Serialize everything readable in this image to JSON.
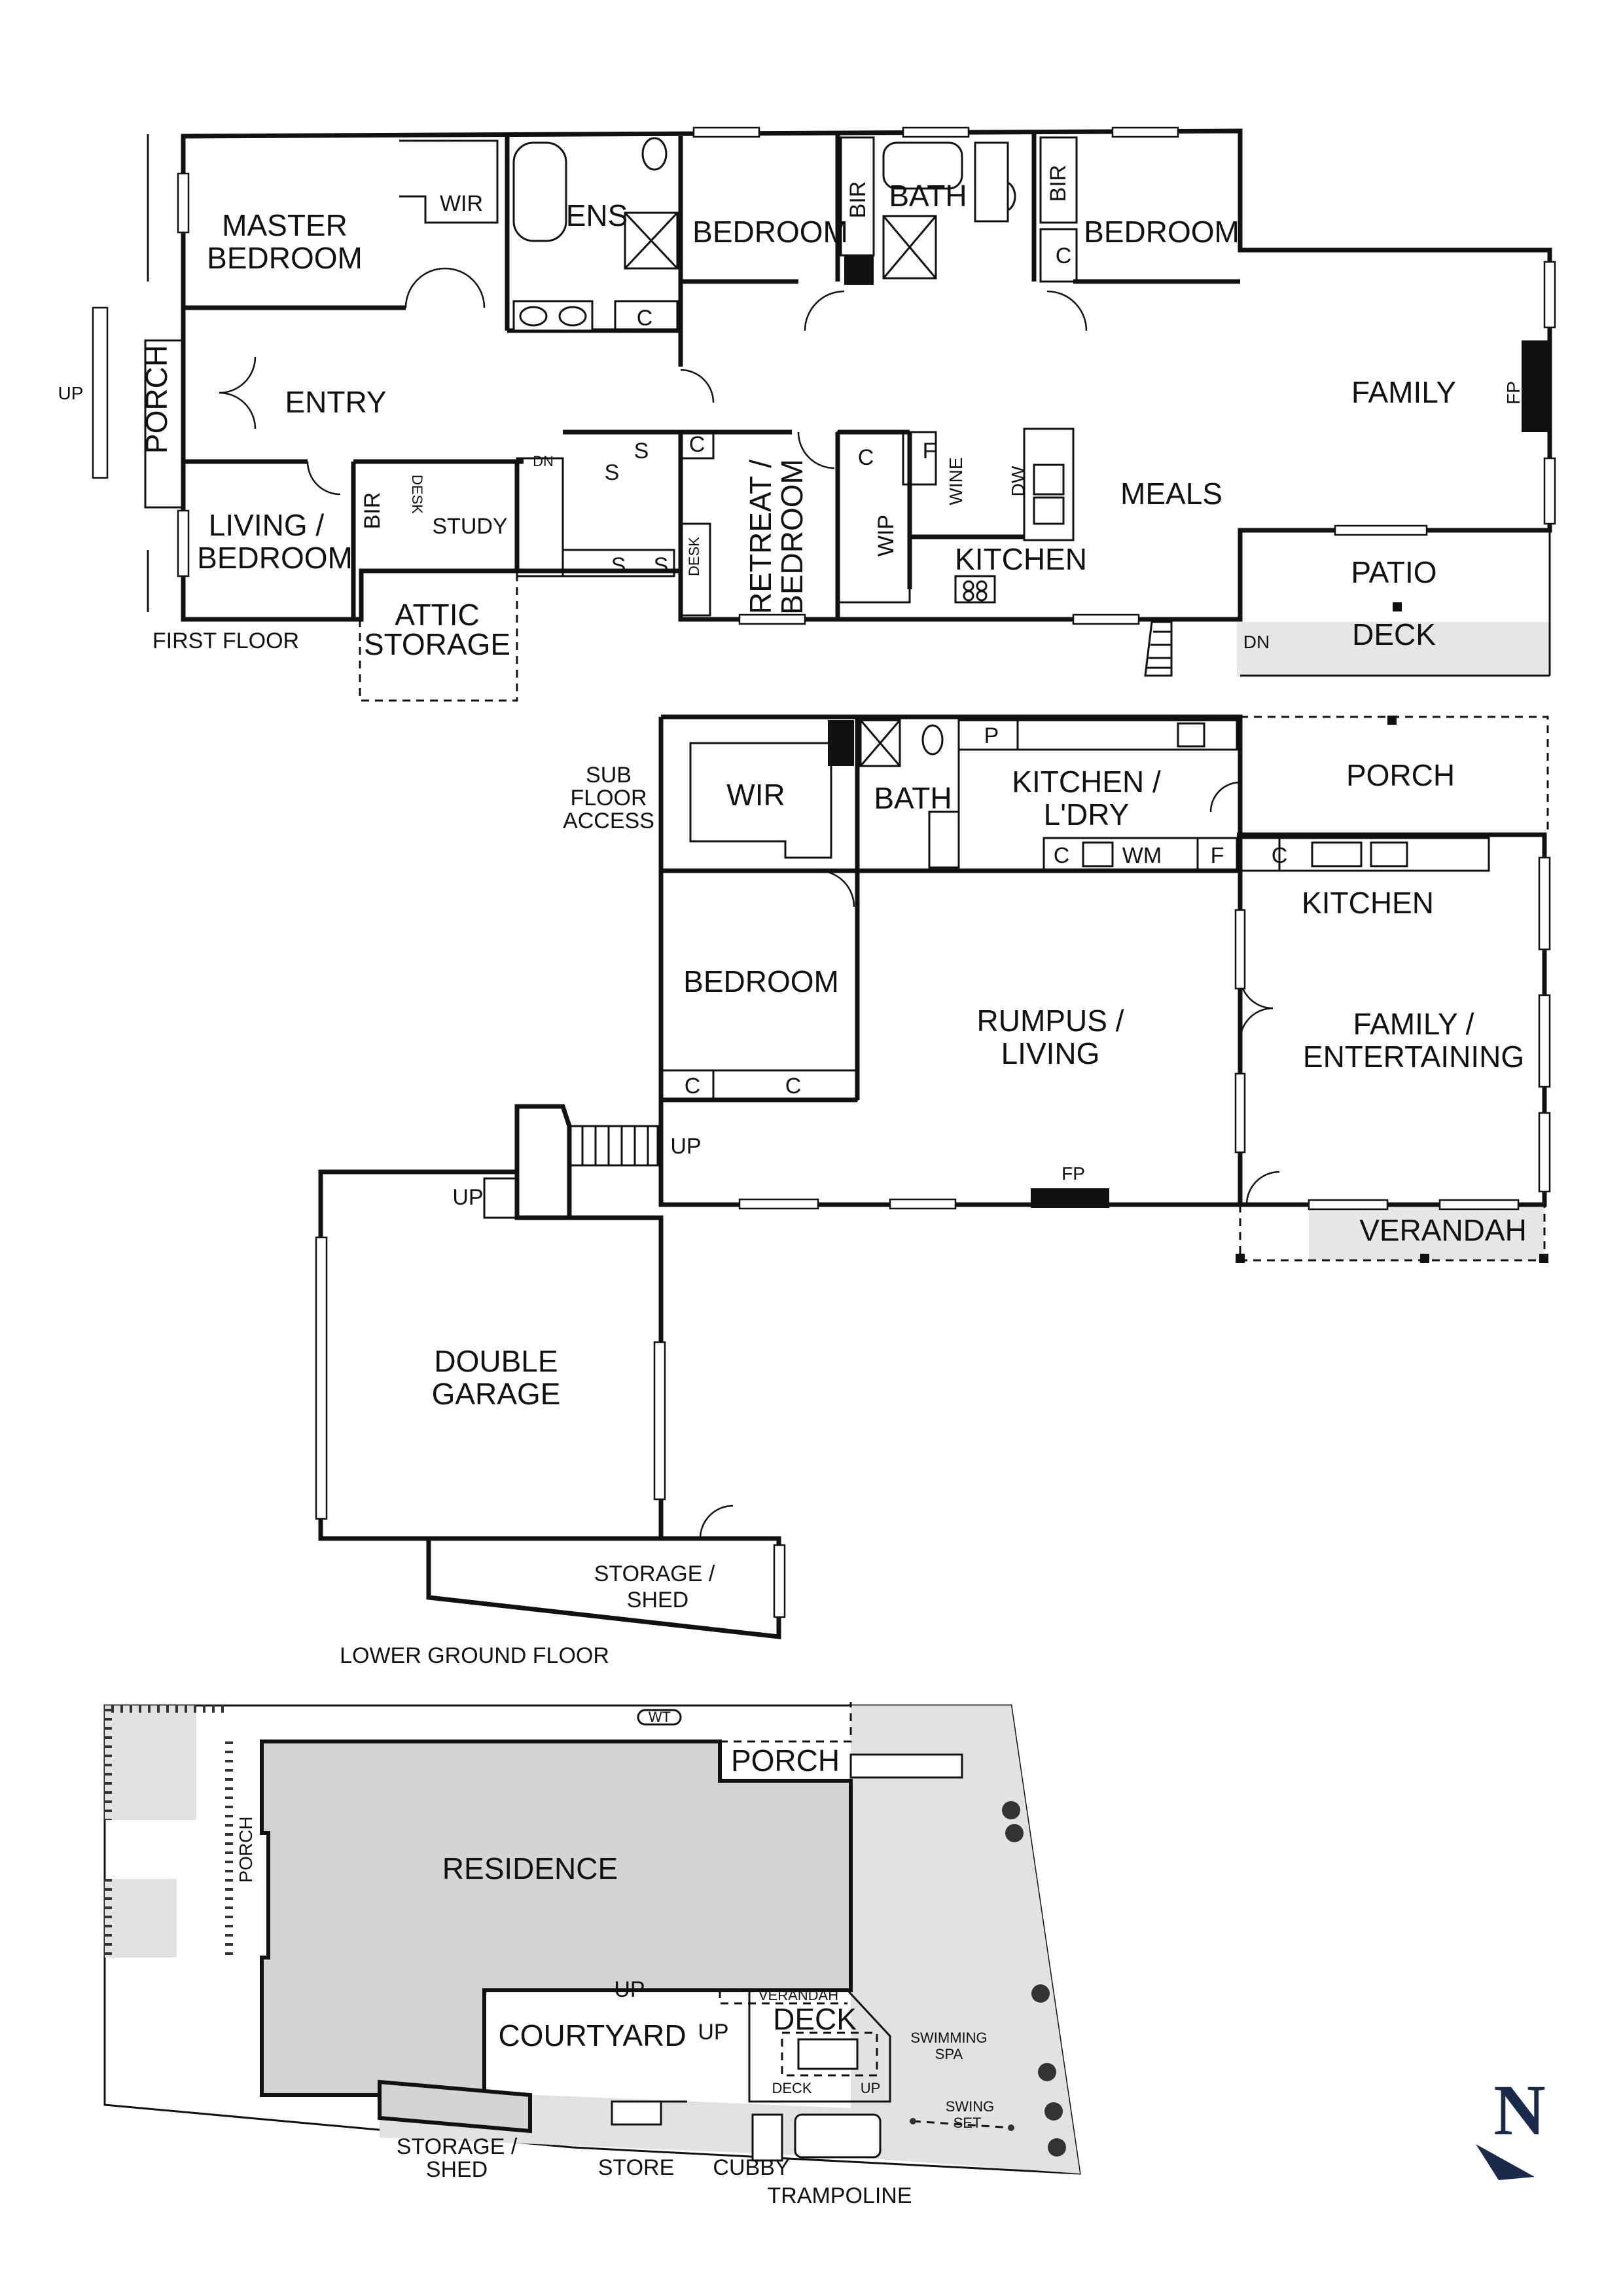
{
  "first_floor": {
    "title": "FIRST FLOOR",
    "rooms": {
      "master_bedroom": [
        "MASTER",
        "BEDROOM"
      ],
      "wir": "WIR",
      "ens": "ENS",
      "bedroom_1": "BEDROOM",
      "bir_1": "BIR",
      "bath": "BATH",
      "bir_2": "BIR",
      "bedroom_2": "BEDROOM",
      "c_1": "C",
      "c_2": "C",
      "c_3": "C",
      "c_4": "C",
      "porch": "PORCH",
      "up": "UP",
      "entry": "ENTRY",
      "family": "FAMILY",
      "fp": "FP",
      "living_bedroom": [
        "LIVING /",
        "BEDROOM"
      ],
      "bir_3": "BIR",
      "desk_1": "DESK",
      "study": "STUDY",
      "dn_1": "DN",
      "s_1": "S",
      "s_2": "S",
      "s_3": "S",
      "s_4": "S",
      "desk_2": "DESK",
      "retreat_bedroom": [
        "RETREAT /",
        "BEDROOM"
      ],
      "f": "F",
      "wine": "WINE",
      "dw": "DW",
      "wip": "WIP",
      "meals": "MEALS",
      "kitchen": "KITCHEN",
      "patio": "PATIO",
      "deck": "DECK",
      "dn_2": "DN",
      "attic_storage": [
        "ATTIC",
        "STORAGE"
      ]
    }
  },
  "lower_ground_floor": {
    "title": "LOWER GROUND FLOOR",
    "rooms": {
      "sub_floor_access": [
        "SUB",
        "FLOOR",
        "ACCESS"
      ],
      "wir": "WIR",
      "bath": "BATH",
      "p": "P",
      "kitchen_ldry": [
        "KITCHEN /",
        "L'DRY"
      ],
      "c_1": "C",
      "wm": "WM",
      "f": "F",
      "porch": "PORCH",
      "c_2": "C",
      "kitchen": "KITCHEN",
      "bedroom": "BEDROOM",
      "rumpus_living": [
        "RUMPUS /",
        "LIVING"
      ],
      "family_entertaining": [
        "FAMILY /",
        "ENTERTAINING"
      ],
      "c_3": "C",
      "c_4": "C",
      "up_1": "UP",
      "up_2": "UP",
      "fp": "FP",
      "verandah": "VERANDAH",
      "double_garage": [
        "DOUBLE",
        "GARAGE"
      ],
      "storage_shed": [
        "STORAGE /",
        "SHED"
      ]
    }
  },
  "site_plan": {
    "labels": {
      "wt": "WT",
      "porch_1": "PORCH",
      "porch_2": "PORCH",
      "residence": "RESIDENCE",
      "up_1": "UP",
      "verandah": "VERANDAH",
      "deck_1": "DECK",
      "courtyard": "COURTYARD",
      "up_2": "UP",
      "swimming_spa": [
        "SWIMMING",
        "SPA"
      ],
      "deck_2": "DECK",
      "up_3": "UP",
      "swing_set": [
        "SWING",
        "SET"
      ],
      "storage_shed": [
        "STORAGE /",
        "SHED"
      ],
      "store": "STORE",
      "cubby": "CUBBY",
      "trampoline": "TRAMPOLINE"
    }
  },
  "compass": {
    "letter": "N",
    "color": "#1a2a4a"
  }
}
